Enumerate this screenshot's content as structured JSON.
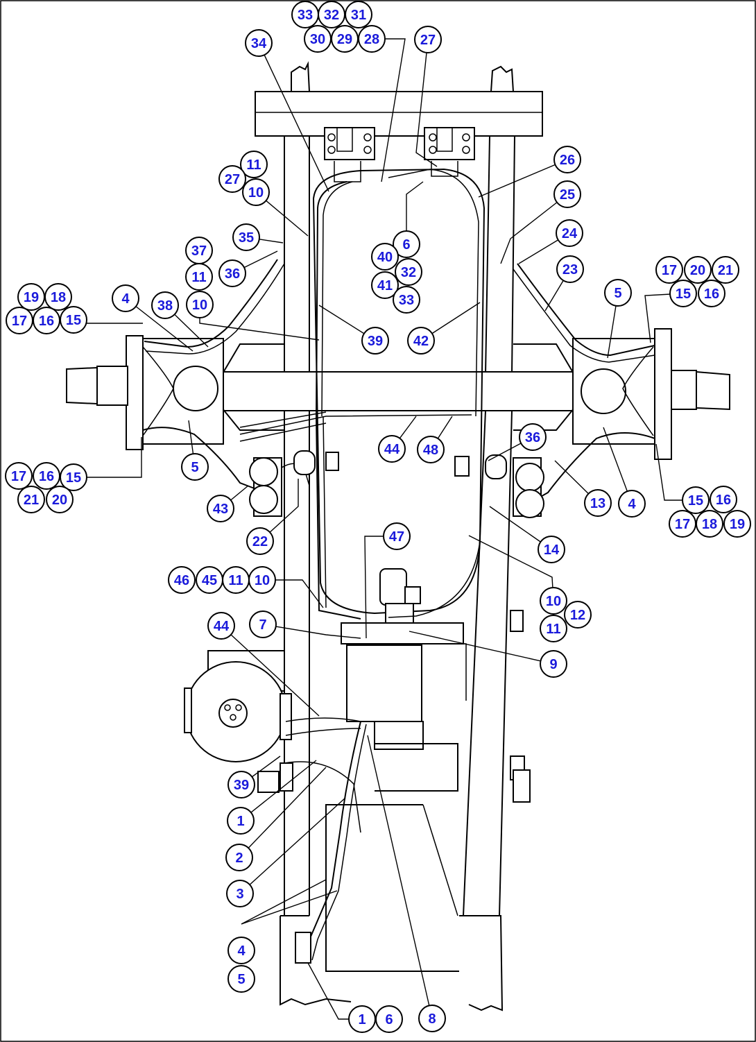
{
  "diagram": {
    "callouts": [
      {
        "label": "33"
      },
      {
        "label": "32"
      },
      {
        "label": "31"
      },
      {
        "label": "30"
      },
      {
        "label": "29"
      },
      {
        "label": "28"
      },
      {
        "label": "34"
      },
      {
        "label": "27"
      },
      {
        "label": "26"
      },
      {
        "label": "11"
      },
      {
        "label": "27"
      },
      {
        "label": "10"
      },
      {
        "label": "25"
      },
      {
        "label": "24"
      },
      {
        "label": "35"
      },
      {
        "label": "36"
      },
      {
        "label": "37"
      },
      {
        "label": "11"
      },
      {
        "label": "10"
      },
      {
        "label": "6"
      },
      {
        "label": "40"
      },
      {
        "label": "32"
      },
      {
        "label": "41"
      },
      {
        "label": "33"
      },
      {
        "label": "23"
      },
      {
        "label": "17"
      },
      {
        "label": "20"
      },
      {
        "label": "21"
      },
      {
        "label": "15"
      },
      {
        "label": "16"
      },
      {
        "label": "5"
      },
      {
        "label": "19"
      },
      {
        "label": "18"
      },
      {
        "label": "17"
      },
      {
        "label": "16"
      },
      {
        "label": "15"
      },
      {
        "label": "4"
      },
      {
        "label": "38"
      },
      {
        "label": "39"
      },
      {
        "label": "42"
      },
      {
        "label": "5"
      },
      {
        "label": "44"
      },
      {
        "label": "48"
      },
      {
        "label": "36"
      },
      {
        "label": "17"
      },
      {
        "label": "16"
      },
      {
        "label": "15"
      },
      {
        "label": "21"
      },
      {
        "label": "20"
      },
      {
        "label": "43"
      },
      {
        "label": "13"
      },
      {
        "label": "4"
      },
      {
        "label": "15"
      },
      {
        "label": "16"
      },
      {
        "label": "17"
      },
      {
        "label": "18"
      },
      {
        "label": "19"
      },
      {
        "label": "22"
      },
      {
        "label": "47"
      },
      {
        "label": "14"
      },
      {
        "label": "46"
      },
      {
        "label": "45"
      },
      {
        "label": "11"
      },
      {
        "label": "10"
      },
      {
        "label": "10"
      },
      {
        "label": "12"
      },
      {
        "label": "11"
      },
      {
        "label": "44"
      },
      {
        "label": "7"
      },
      {
        "label": "9"
      },
      {
        "label": "39"
      },
      {
        "label": "1"
      },
      {
        "label": "2"
      },
      {
        "label": "3"
      },
      {
        "label": "4"
      },
      {
        "label": "5"
      },
      {
        "label": "1"
      },
      {
        "label": "6"
      },
      {
        "label": "8"
      }
    ]
  }
}
